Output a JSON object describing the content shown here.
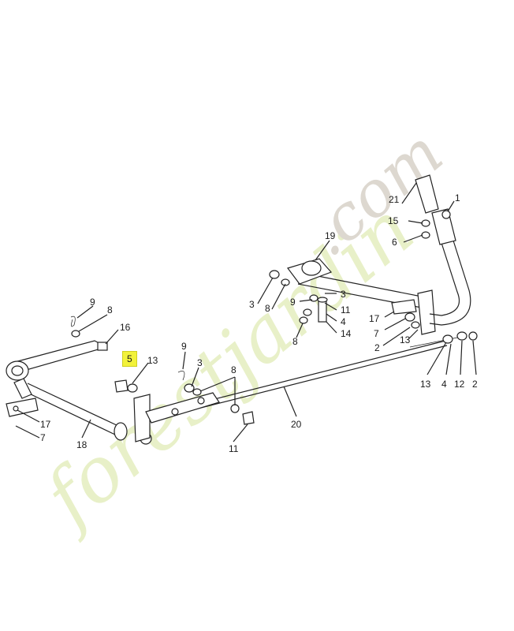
{
  "watermark": {
    "main": "forestjardin",
    "domain": ".com"
  },
  "callouts": [
    {
      "id": "c1",
      "text": "21"
    },
    {
      "id": "c2",
      "text": "1"
    },
    {
      "id": "c3",
      "text": "15"
    },
    {
      "id": "c4",
      "text": "6"
    },
    {
      "id": "c5",
      "text": "19"
    },
    {
      "id": "c6",
      "text": "3"
    },
    {
      "id": "c7",
      "text": "8"
    },
    {
      "id": "c8",
      "text": "9"
    },
    {
      "id": "c9",
      "text": "3"
    },
    {
      "id": "c10",
      "text": "11"
    },
    {
      "id": "c11",
      "text": "4"
    },
    {
      "id": "c12",
      "text": "14"
    },
    {
      "id": "c13",
      "text": "8"
    },
    {
      "id": "c14",
      "text": "17"
    },
    {
      "id": "c15",
      "text": "7"
    },
    {
      "id": "c16",
      "text": "2"
    },
    {
      "id": "c17",
      "text": "13"
    },
    {
      "id": "c18",
      "text": "13"
    },
    {
      "id": "c19",
      "text": "4"
    },
    {
      "id": "c20",
      "text": "12"
    },
    {
      "id": "c21",
      "text": "2"
    },
    {
      "id": "c22",
      "text": "9"
    },
    {
      "id": "c23",
      "text": "8"
    },
    {
      "id": "c24",
      "text": "16"
    },
    {
      "id": "c25",
      "text": "5",
      "highlight": true
    },
    {
      "id": "c26",
      "text": "13"
    },
    {
      "id": "c27",
      "text": "9"
    },
    {
      "id": "c28",
      "text": "3"
    },
    {
      "id": "c29",
      "text": "8"
    },
    {
      "id": "c30",
      "text": "20"
    },
    {
      "id": "c31",
      "text": "11"
    },
    {
      "id": "c32",
      "text": "17"
    },
    {
      "id": "c33",
      "text": "7"
    },
    {
      "id": "c34",
      "text": "18"
    }
  ],
  "colors": {
    "highlight": "#f2f23a",
    "watermark_main": "#e8f0c8",
    "watermark_domain": "#ddd8d0"
  }
}
